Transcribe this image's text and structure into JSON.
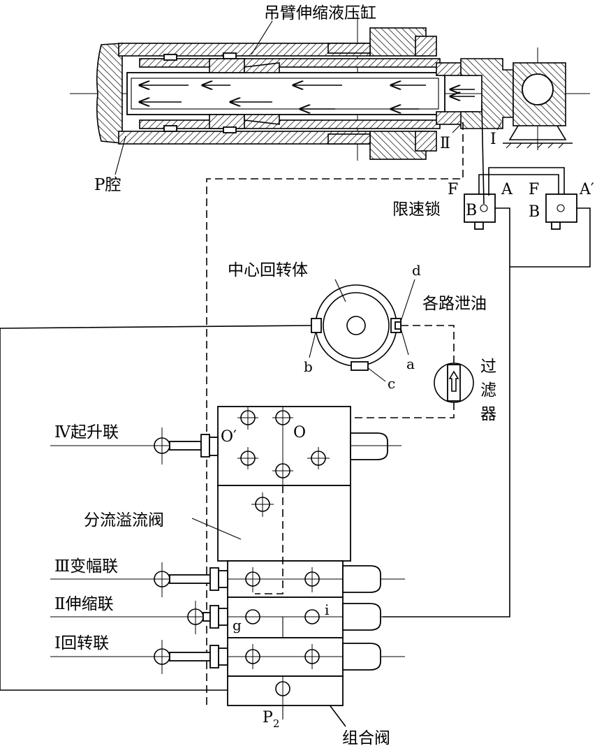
{
  "labels": {
    "boom_cylinder": "吊臂伸缩液压缸",
    "p_chamber": "P腔",
    "roman_2_top": "Ⅱ",
    "roman_1_top": "Ⅰ",
    "speed_lock": "限速锁",
    "lock1": {
      "F": "F",
      "A": "A",
      "B": "B"
    },
    "lock2": {
      "F": "F",
      "A": "A′",
      "B": "B"
    },
    "center_swivel": "中心回转体",
    "drain": "各路泄油",
    "port_a": "a",
    "port_b": "b",
    "port_c": "c",
    "port_d": "d",
    "filter_chars": [
      "过",
      "滤",
      "器"
    ],
    "hoist": "Ⅳ起升联",
    "port_O_prime": "O′",
    "port_O": "O",
    "divider_valve": "分流溢流阀",
    "luffing": "Ⅲ变幅联",
    "telescoping": "Ⅱ伸缩联",
    "slewing": "Ⅰ回转联",
    "port_g": "g",
    "port_i": "i",
    "p2_main": "P",
    "p2_sub": "2",
    "combined_valve": "组合阀"
  }
}
